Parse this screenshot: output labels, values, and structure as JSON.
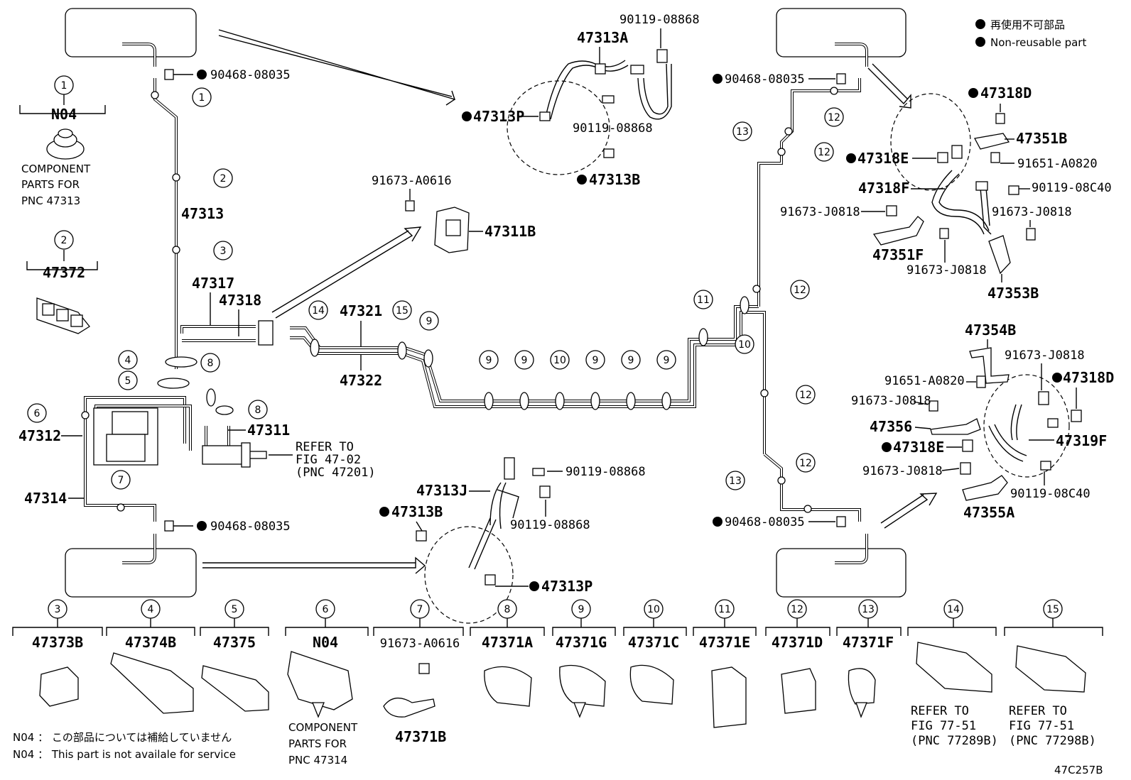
{
  "legend": {
    "ja": "再使用不可部品",
    "en": "Non-reusable part"
  },
  "figure_id": "47C257B",
  "notes": {
    "n04_ja": "N04 ： この部品については補給していません",
    "n04_en": "N04 ： This part is not availale for service"
  },
  "callout_numbers": [
    "1",
    "2",
    "3",
    "4",
    "5",
    "6",
    "7",
    "8",
    "9",
    "10",
    "11",
    "12",
    "13",
    "14",
    "15"
  ],
  "main_labels": {
    "p47313": "47313",
    "p47317": "47317",
    "p47318": "47318",
    "p47321": "47321",
    "p47322": "47322",
    "p47312": "47312",
    "p47311": "47311",
    "p47314": "47314",
    "p47311B": "47311B",
    "p91673_A0616_top": "91673-A0616",
    "refer_47_02_a": "REFER TO",
    "refer_47_02_b": "FIG 47-02",
    "refer_47_02_c": "(PNC 47201)",
    "p90468_tl": "90468-08035",
    "p90468_bl": "90468-08035",
    "p90468_tr": "90468-08035",
    "p90468_br": "90468-08035"
  },
  "left_components": {
    "n04_top": "N04",
    "comp_a": "COMPONENT",
    "comp_b": "PARTS FOR",
    "comp_c": "PNC 47313",
    "p47372": "47372"
  },
  "top_middle": {
    "p90119_a": "90119-08868",
    "p47313A": "47313A",
    "p47313P": "47313P",
    "p90119_b": "90119-08868",
    "p47313B": "47313B"
  },
  "bottom_middle": {
    "p47313J": "47313J",
    "p90119_c": "90119-08868",
    "p90119_d": "90119-08868",
    "p47313B": "47313B",
    "p47313P": "47313P"
  },
  "right_top": {
    "p47318D": "47318D",
    "p47351B": "47351B",
    "p47318E": "47318E",
    "p91651": "91651-A0820",
    "p47318F": "47318F",
    "p90119_08C40": "90119-08C40",
    "p91673_J0818_a": "91673-J0818",
    "p91673_J0818_b": "91673-J0818",
    "p47351F": "47351F",
    "p91673_J0818_c": "91673-J0818",
    "p47353B": "47353B"
  },
  "right_bottom": {
    "p47354B": "47354B",
    "p91673_J0818_a": "91673-J0818",
    "p91651": "91651-A0820",
    "p47318D": "47318D",
    "p91673_J0818_b": "91673-J0818",
    "p47356": "47356",
    "p47319F": "47319F",
    "p47318E": "47318E",
    "p91673_J0818_c": "91673-J0818",
    "p90119_08C40": "90119-08C40",
    "p47355A": "47355A"
  },
  "bottom_row": [
    {
      "num": "3",
      "part": "47373B"
    },
    {
      "num": "4",
      "part": "47374B"
    },
    {
      "num": "5",
      "part": "47375"
    },
    {
      "num": "6",
      "part": "N04"
    },
    {
      "num": "7",
      "part": "91673-A0616"
    },
    {
      "num": "8",
      "part": "47371A"
    },
    {
      "num": "9",
      "part": "47371G"
    },
    {
      "num": "10",
      "part": "47371C"
    },
    {
      "num": "11",
      "part": "47371E"
    },
    {
      "num": "12",
      "part": "47371D"
    },
    {
      "num": "13",
      "part": "47371F"
    },
    {
      "num": "14",
      "part": ""
    },
    {
      "num": "15",
      "part": ""
    }
  ],
  "bottom_extra": {
    "p47371B": "47371B",
    "comp_a": "COMPONENT",
    "comp_b": "PARTS FOR",
    "comp_c": "PNC 47314",
    "ref14_a": "REFER TO",
    "ref14_b": "FIG 77-51",
    "ref14_c": "(PNC 77289B)",
    "ref15_a": "REFER TO",
    "ref15_b": "FIG 77-51",
    "ref15_c": "(PNC 77298B)"
  }
}
